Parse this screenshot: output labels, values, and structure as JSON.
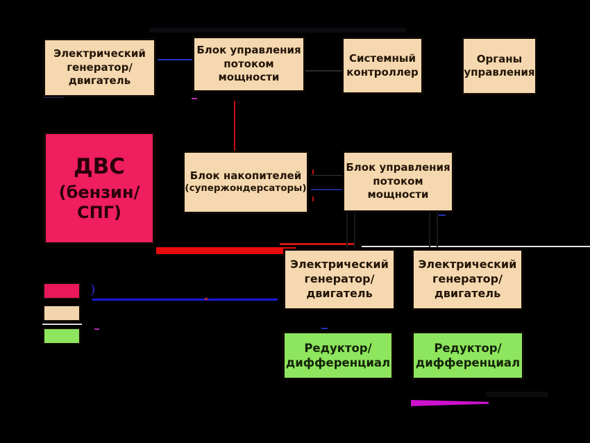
{
  "diagram": {
    "boxes": {
      "elec_gen_top": {
        "lines": [
          "Электрический",
          "генератор/",
          "двигатель"
        ]
      },
      "power_ctrl_top": {
        "lines": [
          "Блок управления",
          "потоком",
          "мощности"
        ]
      },
      "sys_ctrl": {
        "lines": [
          "Системный",
          "контроллер"
        ]
      },
      "controls": {
        "lines": [
          "Органы",
          "управления"
        ]
      },
      "ice": {
        "lines": [
          "ДВС",
          "(бензин/",
          "СПГ)"
        ]
      },
      "storage": {
        "lines": [
          "Блок накопителей",
          "(супержондерсаторы)"
        ]
      },
      "power_ctrl_mid": {
        "lines": [
          "Блок управления",
          "потоком",
          "мощности"
        ]
      },
      "elec_gen_left": {
        "lines": [
          "Электрический",
          "генератор/",
          "двигатель"
        ]
      },
      "elec_gen_right": {
        "lines": [
          "Электрический",
          "генератор/",
          "двигатель"
        ]
      },
      "reducer_left": {
        "lines": [
          "Редуктор/",
          "дифференциал"
        ]
      },
      "reducer_right": {
        "lines": [
          "Редуктор/",
          "дифференциал"
        ]
      }
    },
    "legend": {
      "swatches": [
        {
          "name": "ice-swatch",
          "color": "#e9175c"
        },
        {
          "name": "electrical-swatch",
          "color": "#f2d5ad"
        },
        {
          "name": "mechanical-swatch",
          "color": "#8ee65e"
        }
      ]
    },
    "colors": {
      "background": "#000000",
      "box_fill": "#f5d8af",
      "ice_fill": "#ee1e5f",
      "reducer_fill": "#8ee65e",
      "connector_blue": "#2331c4",
      "connector_red": "#e80b0b",
      "connector_white": "#e6e6e6",
      "connector_magenta": "#ce12ce",
      "legend_line_blue": "#1b1bdc"
    }
  }
}
